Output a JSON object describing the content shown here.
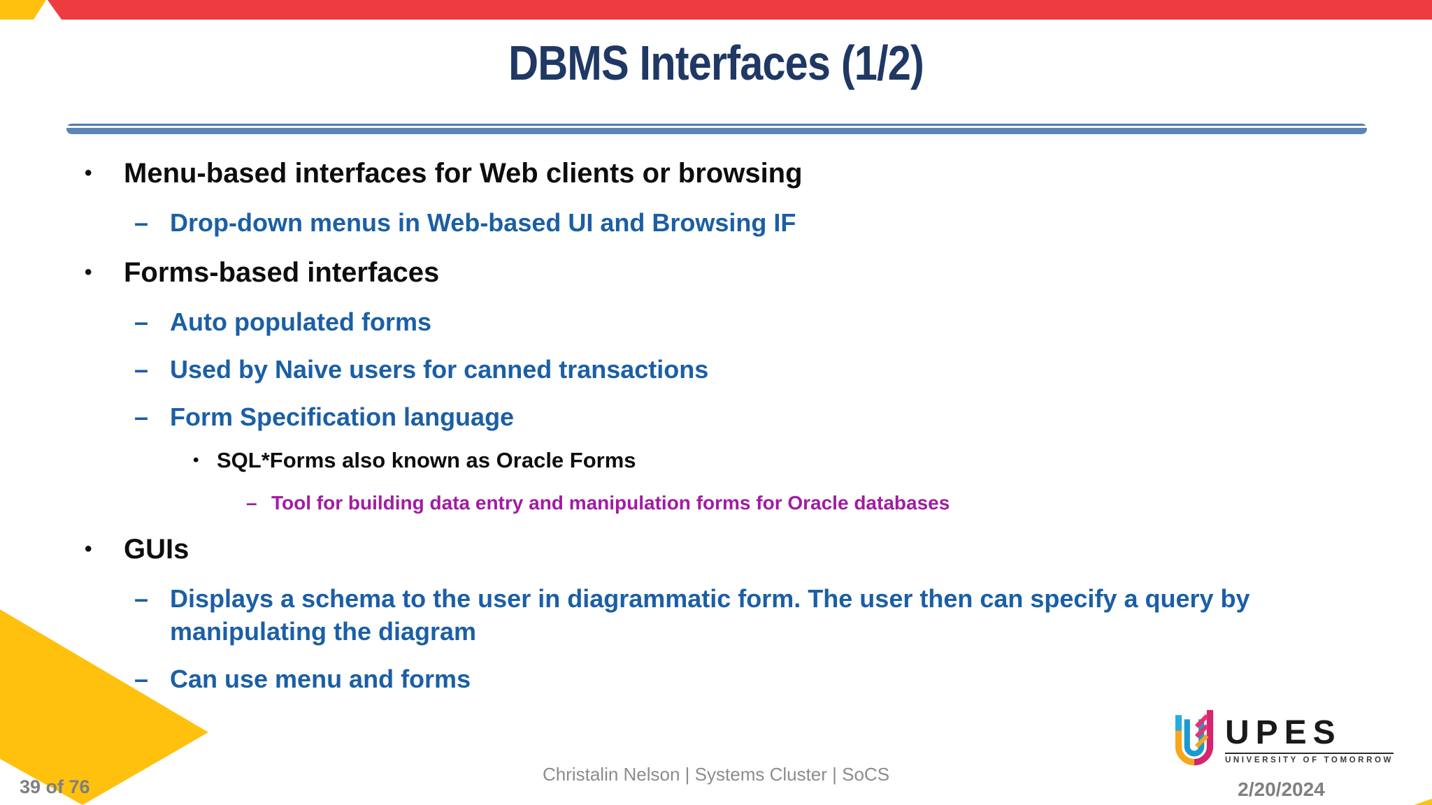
{
  "slide": {
    "title": "DBMS Interfaces (1/2)",
    "markers": {
      "1": "•",
      "2": "–",
      "3": "•",
      "4": "–"
    },
    "bullets": [
      {
        "level": 1,
        "color": "black",
        "text": "Menu-based interfaces for Web clients or browsing"
      },
      {
        "level": 2,
        "color": "blue",
        "text": "Drop-down menus in Web-based UI and Browsing IF"
      },
      {
        "level": 1,
        "color": "black",
        "text": "Forms-based interfaces"
      },
      {
        "level": 2,
        "color": "blue",
        "text": "Auto populated forms"
      },
      {
        "level": 2,
        "color": "blue",
        "text": "Used by Naive users for canned transactions"
      },
      {
        "level": 2,
        "color": "blue",
        "text": "Form Specification language"
      },
      {
        "level": 3,
        "color": "black",
        "text": "SQL*Forms also known as Oracle Forms"
      },
      {
        "level": 4,
        "color": "purple",
        "text": "Tool for building data entry and manipulation forms for Oracle databases"
      },
      {
        "level": 1,
        "color": "black",
        "text": "GUIs"
      },
      {
        "level": 2,
        "color": "blue",
        "text": "Displays a schema to the user in diagrammatic form. The user then can specify a query by manipulating the diagram"
      },
      {
        "level": 2,
        "color": "blue",
        "text": "Can use menu and forms"
      }
    ]
  },
  "footer": {
    "credit": "Christalin Nelson | Systems Cluster | SoCS",
    "page_indicator": "39 of 76",
    "date": "2/20/2024"
  },
  "logo": {
    "name": "UPES",
    "tagline": "UNIVERSITY OF TOMORROW"
  },
  "colors": {
    "accent_red": "#EE3B40",
    "accent_yellow": "#FFC10E",
    "title_navy": "#1F3864",
    "bullet_blue": "#1B5FA5",
    "bullet_purple": "#A31BA3",
    "divider_blue": "#5B84B9",
    "footer_gray": "#7F7F7F"
  }
}
